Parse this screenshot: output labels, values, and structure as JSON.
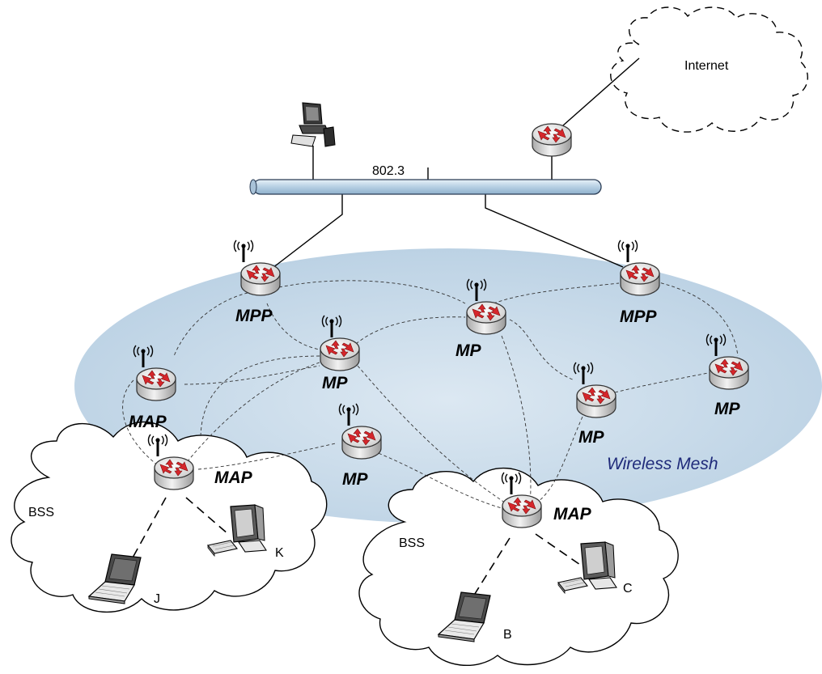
{
  "labels": {
    "internet": "Internet",
    "bus": "802.3",
    "wireless_mesh": "Wireless Mesh",
    "bss_left": "BSS",
    "bss_right": "BSS"
  },
  "mesh_nodes": [
    {
      "id": "mpp-left",
      "label": "MPP"
    },
    {
      "id": "mpp-right",
      "label": "MPP"
    },
    {
      "id": "mp-top",
      "label": "MP"
    },
    {
      "id": "mp-center",
      "label": "MP"
    },
    {
      "id": "map-left",
      "label": "MAP"
    },
    {
      "id": "mp-far-right",
      "label": "MP"
    },
    {
      "id": "mp-right",
      "label": "MP"
    },
    {
      "id": "mp-lower",
      "label": "MP"
    },
    {
      "id": "map-bss-left",
      "label": "MAP"
    },
    {
      "id": "map-bss-right",
      "label": "MAP"
    }
  ],
  "clients": [
    {
      "id": "laptop-j",
      "label": "J"
    },
    {
      "id": "desktop-k",
      "label": "K"
    },
    {
      "id": "laptop-b",
      "label": "B"
    },
    {
      "id": "desktop-c",
      "label": "C"
    }
  ],
  "colors": {
    "mesh_fill": "#c9dceb",
    "bus_fill": "#c7dcec",
    "router_body": "#dcdcdc",
    "router_arrows": "#d6262b"
  }
}
